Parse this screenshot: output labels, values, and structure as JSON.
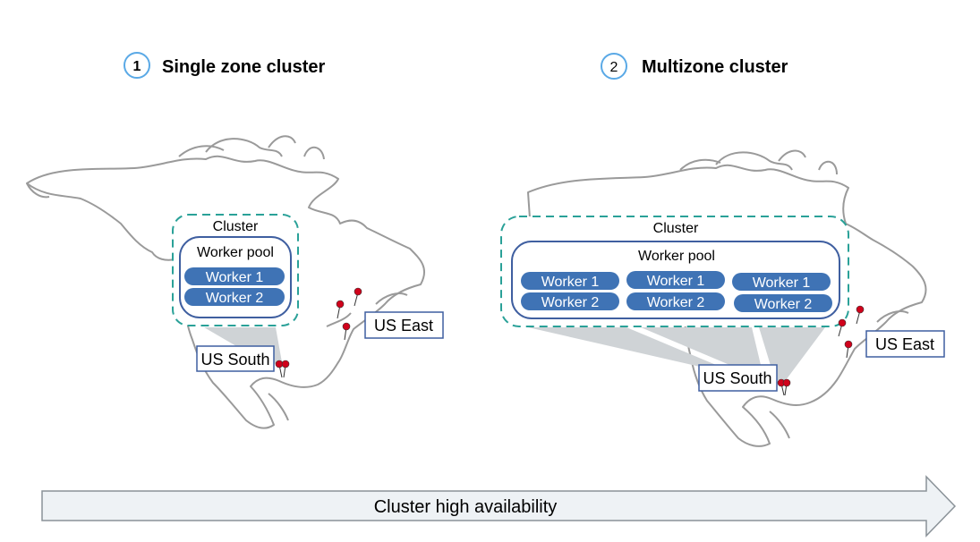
{
  "left": {
    "number": "1",
    "title": "Single zone cluster",
    "cluster_label": "Cluster",
    "pool_label": "Worker pool",
    "workers": [
      "Worker 1",
      "Worker 2"
    ],
    "region_south": "US South",
    "region_east": "US East"
  },
  "right": {
    "number": "2",
    "title": "Multizone cluster",
    "cluster_label": "Cluster",
    "pool_label": "Worker pool",
    "workers_zone1": [
      "Worker 1",
      "Worker 2"
    ],
    "workers_zone2": [
      "Worker 1",
      "Worker 2"
    ],
    "workers_zone3": [
      "Worker 1",
      "Worker 2"
    ],
    "region_south": "US South",
    "region_east": "US East"
  },
  "arrow": {
    "label": "Cluster high availability"
  },
  "colors": {
    "worker_fill": "#3f73b5",
    "pool_border": "#3f5fa0",
    "cluster_border": "#2aa198",
    "number_circle": "#5aa9e6",
    "pin": "#d0021b",
    "map_outline": "#9a9a9a",
    "arrow_fill": "#eef2f5"
  }
}
